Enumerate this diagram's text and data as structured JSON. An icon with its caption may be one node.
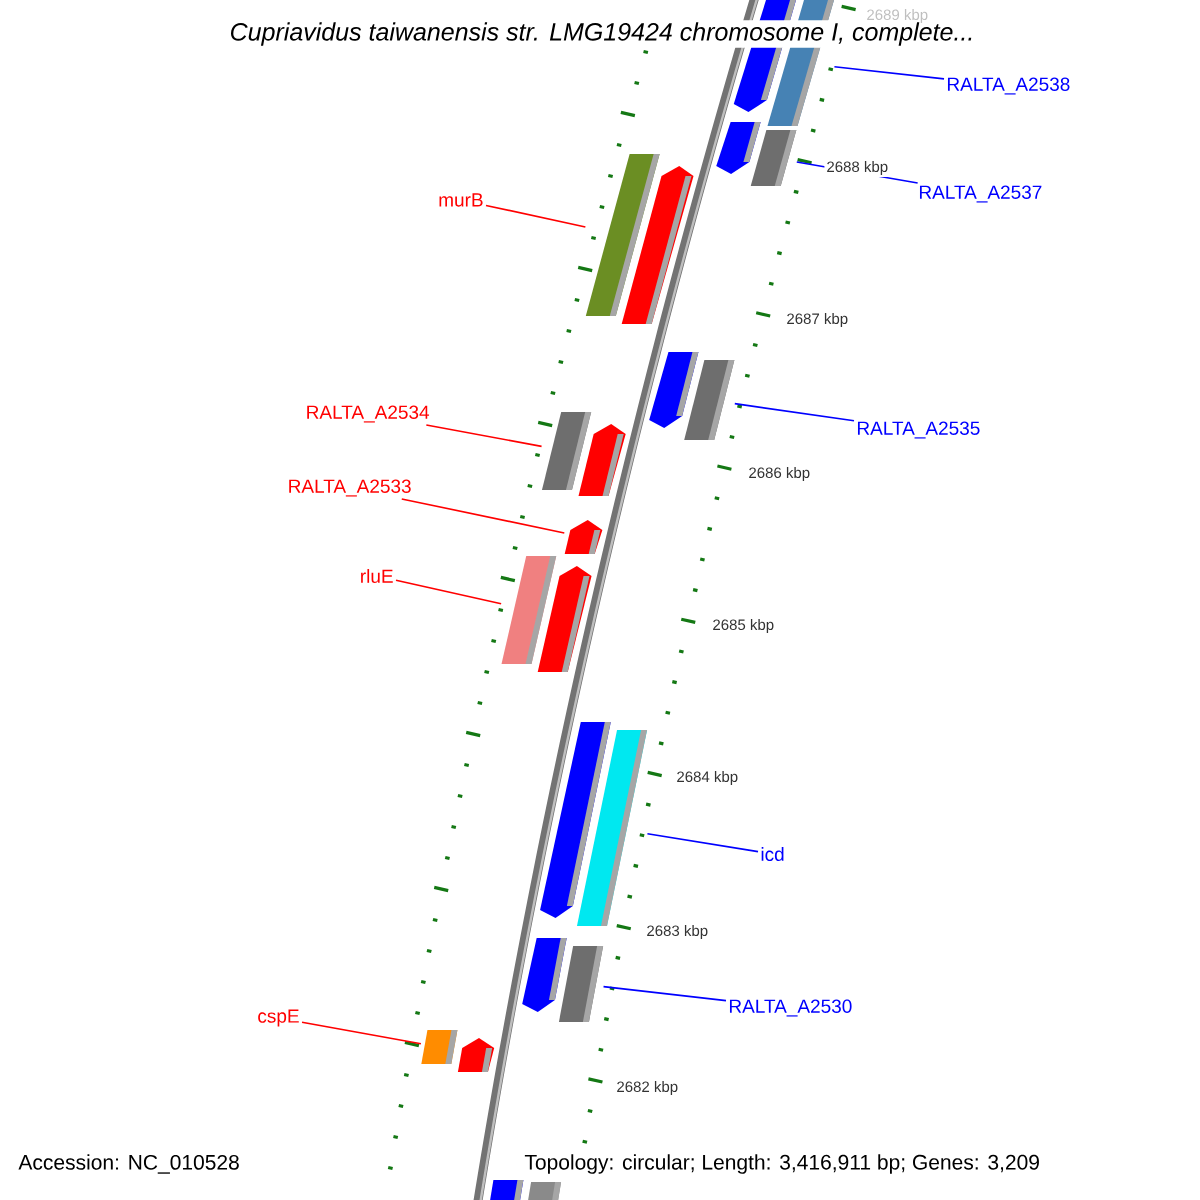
{
  "diagram": {
    "nodes": [
      {
        "text": [
          "RALTA_A2538"
        ]
      },
      {
        "text": [
          "RALTA_A2537"
        ]
      },
      {
        "text": [
          "murB"
        ]
      },
      {
        "text": [
          "RALTA_A2534"
        ]
      },
      {
        "text": [
          "RALTA_A2535"
        ]
      },
      {
        "text": [
          "RALTA_A2533"
        ]
      },
      {
        "text": [
          "rluE"
        ]
      },
      {
        "text": [
          "icd"
        ]
      },
      {
        "text": [
          "RALTA_A2530"
        ]
      },
      {
        "text": [
          "cspE"
        ]
      },
      {
        "text": [],
        "shape": "arrow"
      },
      {
        "text": [],
        "shape": "bar"
      },
      {
        "text": [],
        "shape": "arrow"
      },
      {
        "text": [],
        "shape": "bar"
      },
      {
        "text": [],
        "shape": "bar"
      },
      {
        "text": [],
        "shape": "arrow"
      },
      {
        "text": [],
        "shape": "arrow"
      },
      {
        "text": [],
        "shape": "bar"
      },
      {
        "text": [],
        "shape": "bar"
      },
      {
        "text": [],
        "shape": "arrow"
      },
      {
        "text": [],
        "shape": "arrow"
      },
      {
        "text": [],
        "shape": "bar"
      },
      {
        "text": [],
        "shape": "arrow"
      },
      {
        "text": [],
        "shape": "arrow"
      },
      {
        "text": [],
        "shape": "bar"
      },
      {
        "text": [],
        "shape": "arrow"
      },
      {
        "text": [],
        "shape": "bar"
      },
      {
        "text": [],
        "shape": "bar"
      },
      {
        "text": [],
        "shape": "arrow"
      },
      {
        "text": [],
        "shape": "bar"
      },
      {
        "text": [],
        "shape": "bar"
      }
    ],
    "edges": [
      {
        "from": 0,
        "to": 11,
        "arrow": "none",
        "color": "#0000ff"
      },
      {
        "from": 1,
        "to": 13,
        "arrow": "none",
        "color": "#0000ff"
      },
      {
        "from": 2,
        "to": 14,
        "arrow": "none",
        "color": "#ff0000"
      },
      {
        "from": 3,
        "to": 18,
        "arrow": "none",
        "color": "#ff0000"
      },
      {
        "from": 4,
        "to": 17,
        "arrow": "none",
        "color": "#0000ff"
      },
      {
        "from": 5,
        "to": 20,
        "arrow": "none",
        "color": "#ff0000"
      },
      {
        "from": 6,
        "to": 21,
        "arrow": "none",
        "color": "#ff0000"
      },
      {
        "from": 7,
        "to": 24,
        "arrow": "none",
        "color": "#0000ff"
      },
      {
        "from": 8,
        "to": 26,
        "arrow": "none",
        "color": "#0000ff"
      },
      {
        "from": 9,
        "to": 27,
        "arrow": "none",
        "color": "#ff0000"
      }
    ],
    "labels": [
      "Cupriavidus taiwanensis str. LMG19424 chromosome I, complete...",
      "2689 kbp",
      "2688 kbp",
      "2687 kbp",
      "2686 kbp",
      "2685 kbp",
      "2684 kbp",
      "2683 kbp",
      "2682 kbp",
      "Accession: NC_010528",
      "Topology: circular; Length: 3,416,911 bp; Genes: 3,209"
    ]
  }
}
